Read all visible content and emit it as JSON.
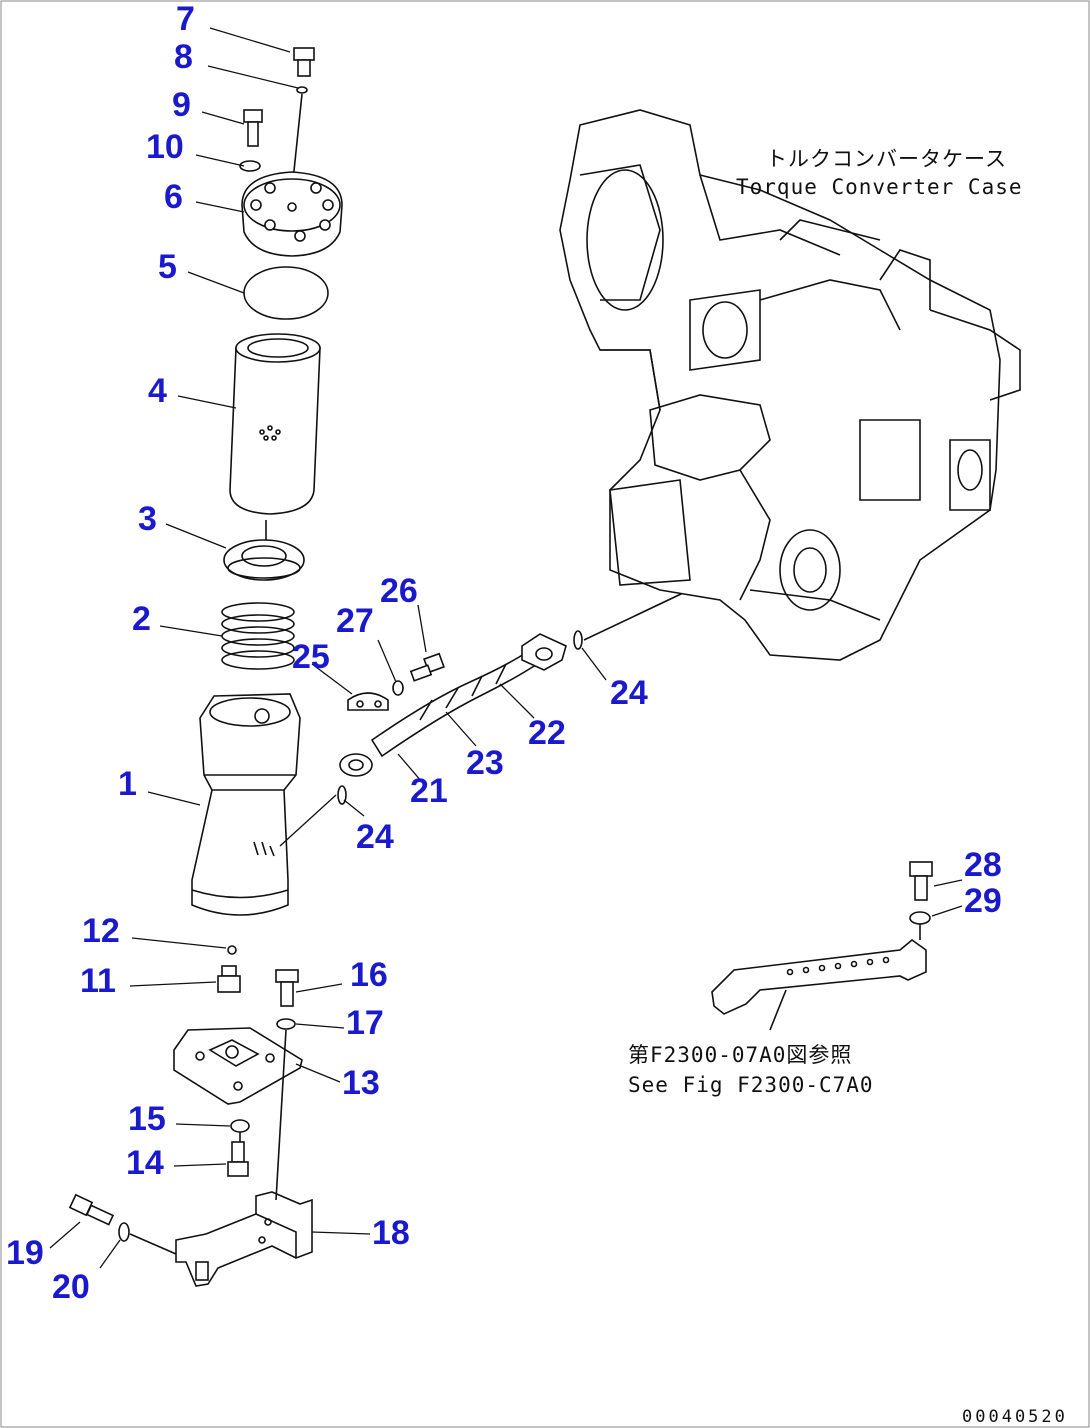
{
  "callouts": [
    {
      "id": "7",
      "label": "7"
    },
    {
      "id": "8",
      "label": "8"
    },
    {
      "id": "9",
      "label": "9"
    },
    {
      "id": "10",
      "label": "10"
    },
    {
      "id": "6",
      "label": "6"
    },
    {
      "id": "5",
      "label": "5"
    },
    {
      "id": "4",
      "label": "4"
    },
    {
      "id": "3",
      "label": "3"
    },
    {
      "id": "2",
      "label": "2"
    },
    {
      "id": "1",
      "label": "1"
    },
    {
      "id": "26",
      "label": "26"
    },
    {
      "id": "27",
      "label": "27"
    },
    {
      "id": "25",
      "label": "25"
    },
    {
      "id": "22",
      "label": "22"
    },
    {
      "id": "23",
      "label": "23"
    },
    {
      "id": "21",
      "label": "21"
    },
    {
      "id": "24a",
      "label": "24"
    },
    {
      "id": "24b",
      "label": "24"
    },
    {
      "id": "12",
      "label": "12"
    },
    {
      "id": "11",
      "label": "11"
    },
    {
      "id": "16",
      "label": "16"
    },
    {
      "id": "17",
      "label": "17"
    },
    {
      "id": "13",
      "label": "13"
    },
    {
      "id": "15",
      "label": "15"
    },
    {
      "id": "14",
      "label": "14"
    },
    {
      "id": "18",
      "label": "18"
    },
    {
      "id": "19",
      "label": "19"
    },
    {
      "id": "20",
      "label": "20"
    },
    {
      "id": "28",
      "label": "28"
    },
    {
      "id": "29",
      "label": "29"
    }
  ],
  "notes": {
    "torque_case_jp": "トルクコンバータケース",
    "torque_case_en": "Torque Converter Case",
    "see_fig_jp": "第F2300-07A0図参照",
    "see_fig_en": "See Fig F2300-C7A0"
  },
  "drawing_code": "00040520"
}
